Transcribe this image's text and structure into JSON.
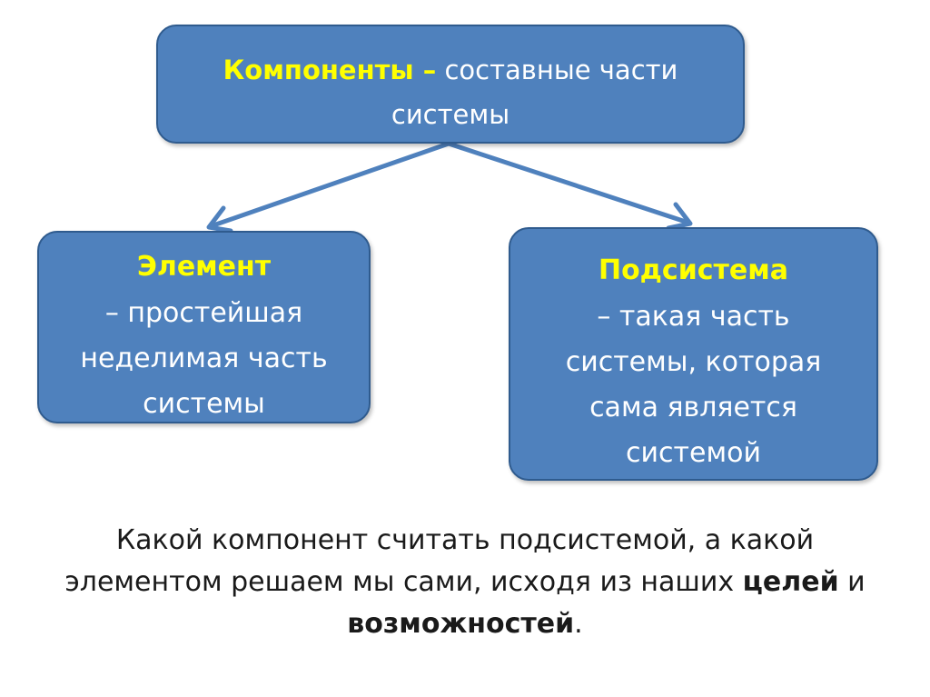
{
  "top_box": {
    "highlight": "Компоненты –",
    "rest": " составные части",
    "line2": "системы"
  },
  "left_box": {
    "title": "Элемент",
    "line1": "– простейшая",
    "line2": "неделимая часть",
    "line3": "системы"
  },
  "right_box": {
    "title": "Подсистема",
    "line1": "– такая часть",
    "line2": "системы, которая",
    "line3": "сама является",
    "line4": "системой"
  },
  "bottom": {
    "line1": "Какой компонент считать подсистемой, а какой",
    "line2_part1": "элементом решаем мы сами, исходя из наших ",
    "line2_bold": "целей",
    "line2_part2": " и",
    "line3_bold": "возможностей",
    "line3_end": "."
  },
  "colors": {
    "box_fill": "#4f81bd",
    "box_border": "#2f5b8e",
    "highlight": "#ffff00",
    "box_text": "#ffffff"
  }
}
